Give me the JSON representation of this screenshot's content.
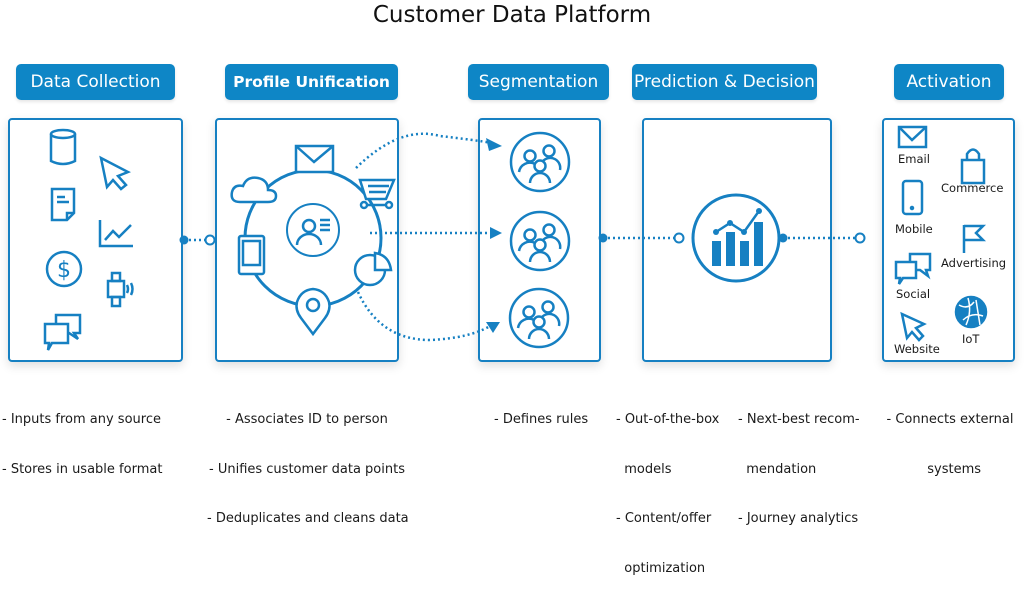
{
  "title": "Customer Data Platform",
  "accent_color": "#0e86c6",
  "stages": [
    {
      "id": "data-collection",
      "label": "Data Collection",
      "icons": [
        "database-icon",
        "cursor-icon",
        "document-icon",
        "line-chart-icon",
        "dollar-icon",
        "wearable-icon",
        "chat-icon"
      ],
      "description": [
        "- Inputs from any source",
        "- Stores in usable format"
      ]
    },
    {
      "id": "profile-unification",
      "label": "Profile Unification",
      "icons": [
        "email-icon",
        "cloud-icon",
        "cart-icon",
        "profile-icon",
        "tablet-icon",
        "pie-chart-icon",
        "location-pin-icon"
      ],
      "description": [
        "- Associates ID to person",
        "- Unifies customer data points",
        "- Deduplicates and cleans data"
      ]
    },
    {
      "id": "segmentation",
      "label": "Segmentation",
      "icons": [
        "group-icon",
        "group-icon",
        "group-icon"
      ],
      "description": [
        "- Defines rules"
      ]
    },
    {
      "id": "prediction-decision",
      "label": "Prediction & Decision",
      "icons": [
        "analytics-icon"
      ],
      "description_col1": [
        "- Out-of-the-box",
        "  models",
        "- Content/offer",
        "  optimization"
      ],
      "description_col2": [
        "- Next-best recom-",
        "  mendation",
        "- Journey analytics"
      ]
    },
    {
      "id": "activation",
      "label": "Activation",
      "channels": [
        {
          "icon": "email-icon",
          "label": "Email"
        },
        {
          "icon": "shopping-bag-icon",
          "label": "Commerce"
        },
        {
          "icon": "mobile-icon",
          "label": "Mobile"
        },
        {
          "icon": "flag-icon",
          "label": "Advertising"
        },
        {
          "icon": "chat-icon",
          "label": "Social"
        },
        {
          "icon": "globe-icon",
          "label": "IoT"
        },
        {
          "icon": "cursor-icon",
          "label": "Website"
        }
      ],
      "description": [
        "- Connects external",
        "  systems"
      ]
    }
  ]
}
